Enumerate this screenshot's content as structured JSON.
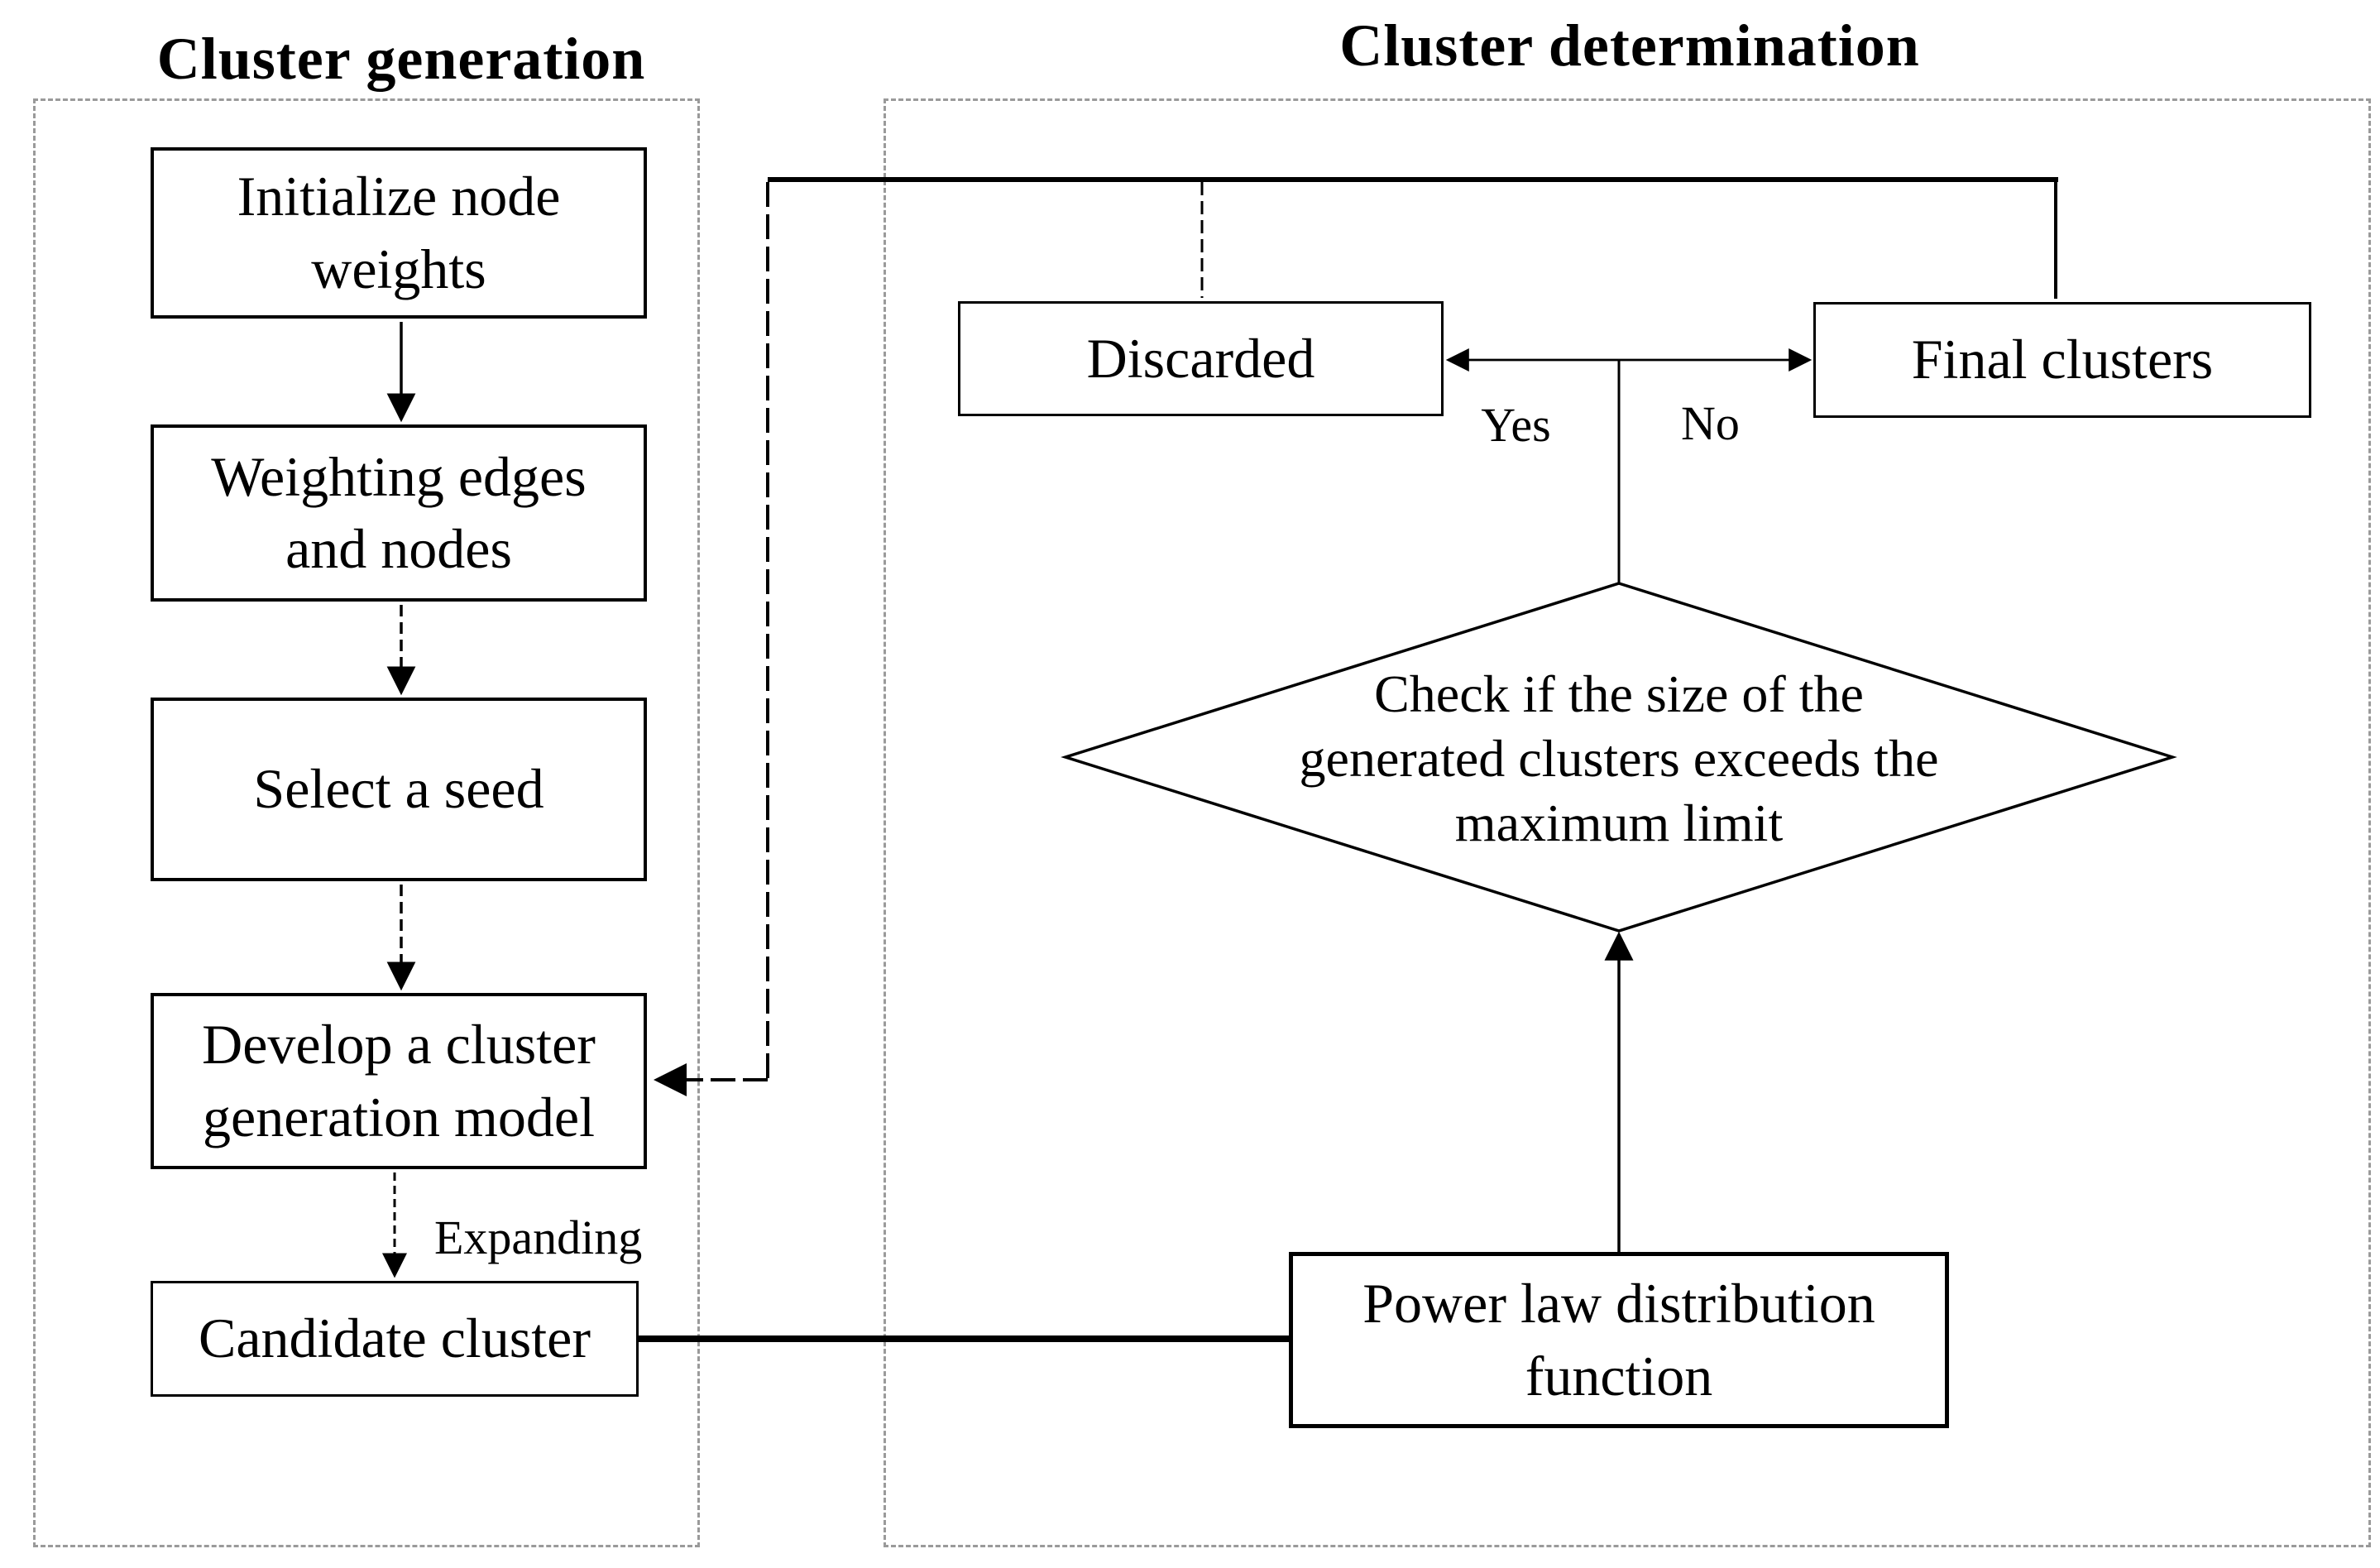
{
  "titles": {
    "left": "Cluster generation",
    "right": "Cluster determination"
  },
  "boxes": {
    "initialize": {
      "lines": [
        "Initialize node",
        "weights"
      ]
    },
    "weighting": {
      "lines": [
        "Weighting edges",
        "and nodes"
      ]
    },
    "select": {
      "lines": [
        "Select a seed"
      ]
    },
    "develop": {
      "lines": [
        "Develop a cluster",
        "generation model"
      ]
    },
    "candidate": {
      "lines": [
        "Candidate cluster"
      ]
    },
    "discarded": {
      "lines": [
        "Discarded"
      ]
    },
    "final": {
      "lines": [
        "Final clusters"
      ]
    },
    "power": {
      "lines": [
        "Power law distribution",
        "function"
      ]
    },
    "decision": {
      "lines": [
        "Check if the size of the",
        "generated clusters exceeds the",
        "maximum limit"
      ]
    }
  },
  "labels": {
    "expanding": "Expanding",
    "yes": "Yes",
    "no": "No"
  },
  "colors": {
    "line": "#000000",
    "panel_border": "#9a9a9a",
    "box_fill": "#ffffff"
  }
}
